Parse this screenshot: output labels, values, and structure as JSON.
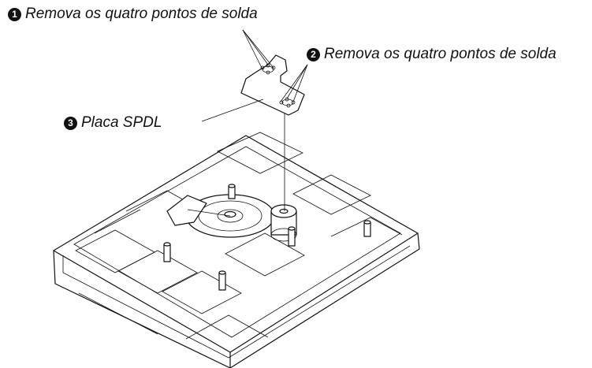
{
  "callouts": [
    {
      "number": "1",
      "text": "Remova os quatro pontos de solda"
    },
    {
      "number": "2",
      "text": "Remova os quatro pontos de solda"
    },
    {
      "number": "3",
      "text": "Placa SPDL"
    }
  ],
  "colors": {
    "line": "#111111",
    "background": "#ffffff"
  }
}
